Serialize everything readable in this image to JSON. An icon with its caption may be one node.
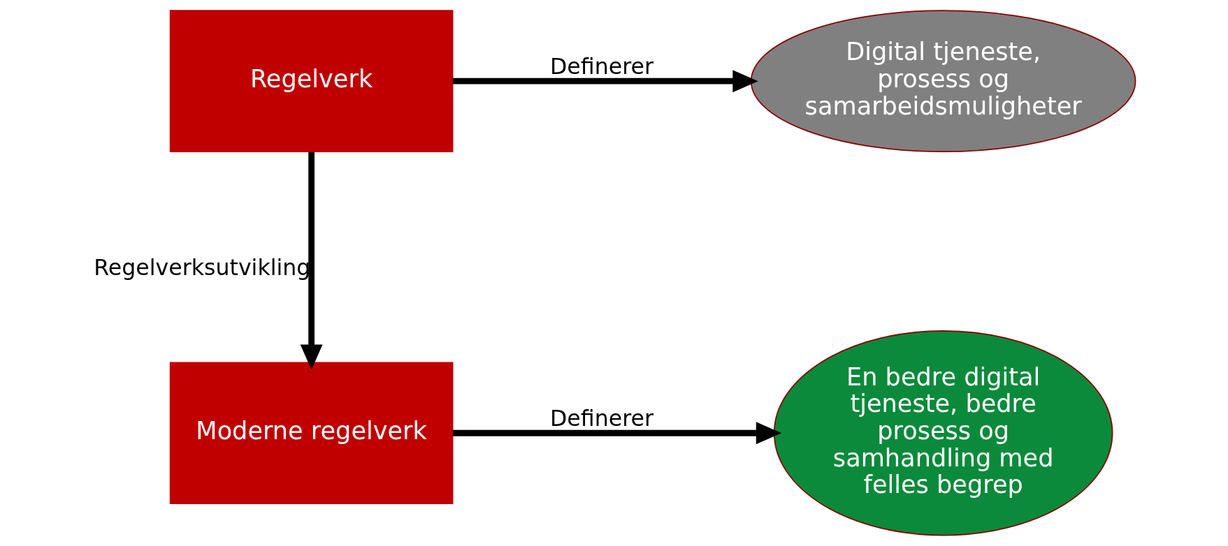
{
  "diagram": {
    "nodes": [
      {
        "text": [
          "Regelverk"
        ]
      },
      {
        "text": [
          "Digital tjeneste, prosess og samarbeidsmuligheter"
        ]
      },
      {
        "text": [
          "Moderne regelverk"
        ]
      },
      {
        "text": [
          "En bedre digital tjeneste, bedre prosess og samhandling med felles begrep"
        ]
      }
    ],
    "edges": [
      {
        "from": 0,
        "to": 1,
        "arrow": "to",
        "label": "Definerer"
      },
      {
        "from": 0,
        "to": 2,
        "arrow": "to",
        "label": "Regelverksutvikling"
      },
      {
        "from": 2,
        "to": 3,
        "arrow": "to",
        "label": "Definerer"
      }
    ]
  }
}
